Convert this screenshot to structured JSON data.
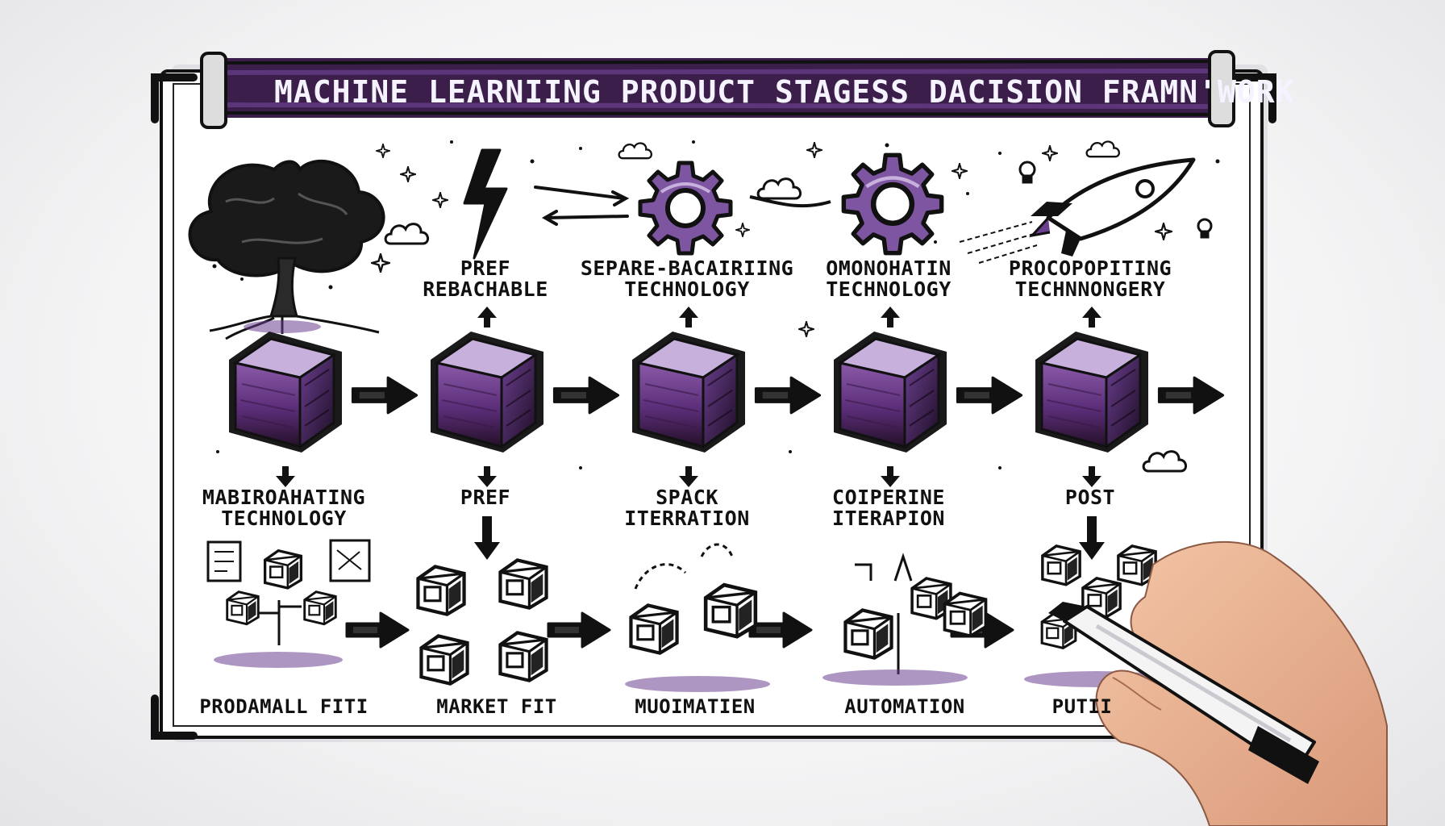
{
  "title": "MACHINE LEARNIING PRODUCT STAGESS DACISION FRAMN'WORK",
  "colors": {
    "ink": "#111111",
    "purple": "#6b3f8f",
    "light_purple": "#b9a3cf",
    "banner": "#3b1e4a"
  },
  "stages": [
    {
      "top": [
        "",
        ""
      ],
      "mid": [
        "MABIROAHATING",
        "TECHNOLOGY"
      ],
      "bottom": "PRODAMALL FITI"
    },
    {
      "top": [
        "PREF",
        "REBACHABLE"
      ],
      "mid": [
        "PREF",
        ""
      ],
      "bottom": "MARKET FIT"
    },
    {
      "top": [
        "SEPARE-BACAIRIING",
        "TECHNOLOGY"
      ],
      "mid": [
        "SPACK",
        "ITERRATION"
      ],
      "bottom": "MUOIMATIEN"
    },
    {
      "top": [
        "OMONOHATIN",
        "TECHNOLOGY"
      ],
      "mid": [
        "COIPERINE",
        "ITERAPION"
      ],
      "bottom": "AUTOMATION"
    },
    {
      "top": [
        "PROCOPOPITING",
        "TECHNNONGERY"
      ],
      "mid": [
        "POST",
        ""
      ],
      "bottom": "PUTII"
    }
  ],
  "icons": [
    "tree-icon",
    "lightning-icon",
    "gear-icon",
    "gear-icon",
    "rocket-icon",
    "cloud-icon",
    "star-icon",
    "marker-pen-icon",
    "hand-icon"
  ]
}
